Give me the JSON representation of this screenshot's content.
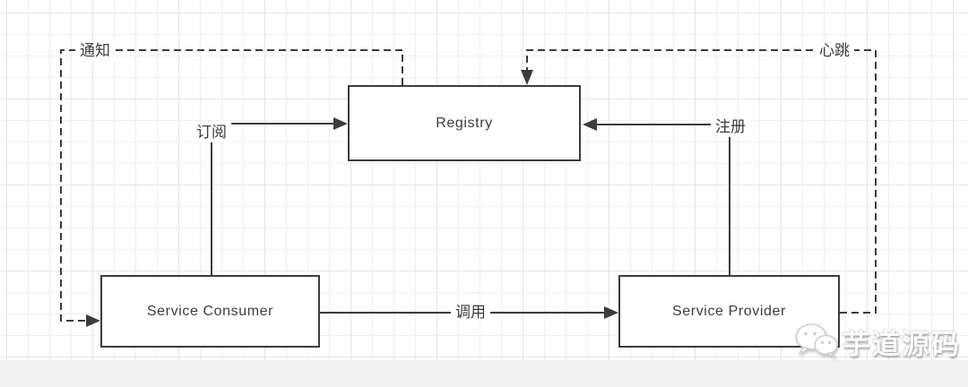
{
  "diagram": {
    "nodes": [
      {
        "id": "registry",
        "label": "Registry"
      },
      {
        "id": "service-consumer",
        "label": "Service Consumer"
      },
      {
        "id": "service-provider",
        "label": "Service Provider"
      }
    ],
    "edges": [
      {
        "id": "notify",
        "label": "通知",
        "from": "registry",
        "to": "service-consumer",
        "line": "dashed"
      },
      {
        "id": "subscribe",
        "label": "订阅",
        "from": "service-consumer",
        "to": "registry",
        "line": "solid"
      },
      {
        "id": "register",
        "label": "注册",
        "from": "service-provider",
        "to": "registry",
        "line": "solid"
      },
      {
        "id": "heartbeat",
        "label": "心跳",
        "from": "service-provider",
        "to": "registry",
        "line": "dashed"
      },
      {
        "id": "invoke",
        "label": "调用",
        "from": "service-consumer",
        "to": "service-provider",
        "line": "solid"
      }
    ]
  },
  "watermark": {
    "icon": "wechat-icon",
    "text": "芋道源码"
  },
  "colors": {
    "line": "#3c3c3c",
    "canvas": "#ffffff",
    "grid_minor": "#efefef",
    "grid_major": "#e4e4e4",
    "bottom_band": "#f1f1f2",
    "watermark": "#fdfdfd"
  }
}
